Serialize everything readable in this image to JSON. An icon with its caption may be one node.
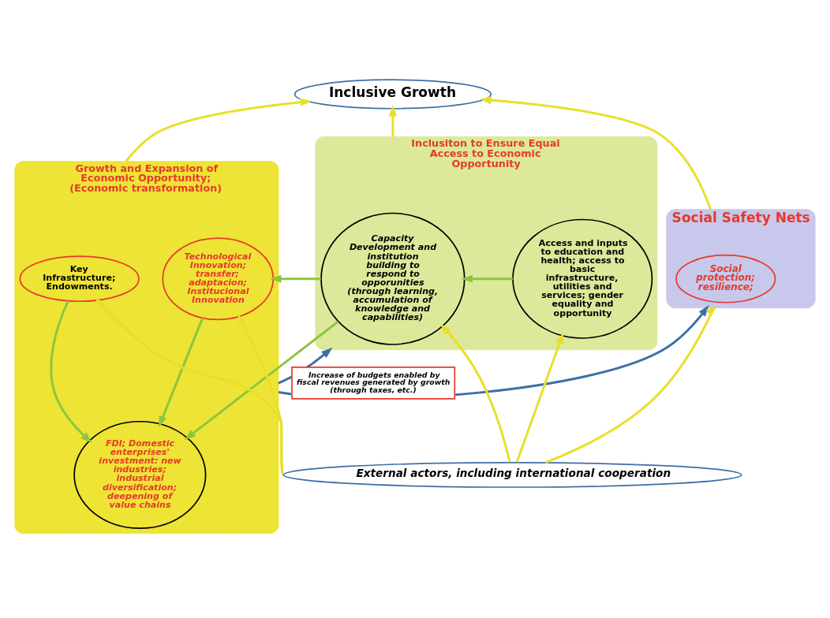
{
  "diagram": {
    "nodes": [
      {
        "text": [
          "Inclusive Growth"
        ]
      },
      {
        "text": [
          "Growth and Expansion of Economic Opportunity; (Economic transformation)"
        ]
      },
      {
        "text": [
          "Key Infrastructure; Endowments."
        ],
        "in": 1
      },
      {
        "text": [
          "FDI; Domestic enterprises' investment: new industries; industrial diversification; deepening of value chains"
        ],
        "in": 1
      },
      {
        "text": [
          "Technological Innovation; transfer; adaptacion; Institucional Innovation"
        ],
        "in": 1
      },
      {
        "text": [
          "Inclusiton to Ensure Equal Access to Economic Opportunity"
        ]
      },
      {
        "text": [
          "Capacity Development and institution building to respond to opporunities (through learning, accumulation of knowledge and capabilities)"
        ],
        "in": 5
      },
      {
        "text": [
          "Access and inputs to education and health; access to basic infrastructure, utilities and services; gender equality and opportunity"
        ],
        "in": 5
      },
      {
        "text": [
          "Social Safety Nets"
        ]
      },
      {
        "text": [
          "Social protection; resilience;"
        ],
        "in": 8
      },
      {
        "text": [
          "External actors, including international cooperation"
        ]
      }
    ],
    "edges": [
      {
        "from": 1,
        "to": 0,
        "arrow": "to"
      },
      {
        "from": 5,
        "to": 0,
        "arrow": "to"
      },
      {
        "from": 8,
        "to": 0,
        "arrow": "to"
      },
      {
        "from": 1,
        "to": 5,
        "arrow": "to",
        "color": "#3d6fa8"
      },
      {
        "from": 1,
        "to": 8,
        "arrow": "to",
        "color": "#3d6fa8",
        "label": "Increase of budgets enabled by fiscal revenues generated by growth (through taxes, etc.)"
      },
      {
        "from": 10,
        "to": 4,
        "arrow": "to"
      },
      {
        "from": 10,
        "to": 2,
        "arrow": "to"
      },
      {
        "from": 10,
        "to": 6,
        "arrow": "to"
      },
      {
        "from": 10,
        "to": 7,
        "arrow": "to"
      },
      {
        "from": 10,
        "to": 8,
        "arrow": "to"
      },
      {
        "from": 2,
        "to": 3,
        "arrow": "to",
        "color": "#8cc63f"
      },
      {
        "from": 4,
        "to": 3,
        "arrow": "to",
        "color": "#8cc63f"
      },
      {
        "from": 6,
        "to": 4,
        "arrow": "to",
        "color": "#8cc63f"
      },
      {
        "from": 6,
        "to": 3,
        "arrow": "to",
        "color": "#8cc63f"
      },
      {
        "from": 7,
        "to": 6,
        "arrow": "to",
        "color": "#8cc63f"
      }
    ]
  }
}
